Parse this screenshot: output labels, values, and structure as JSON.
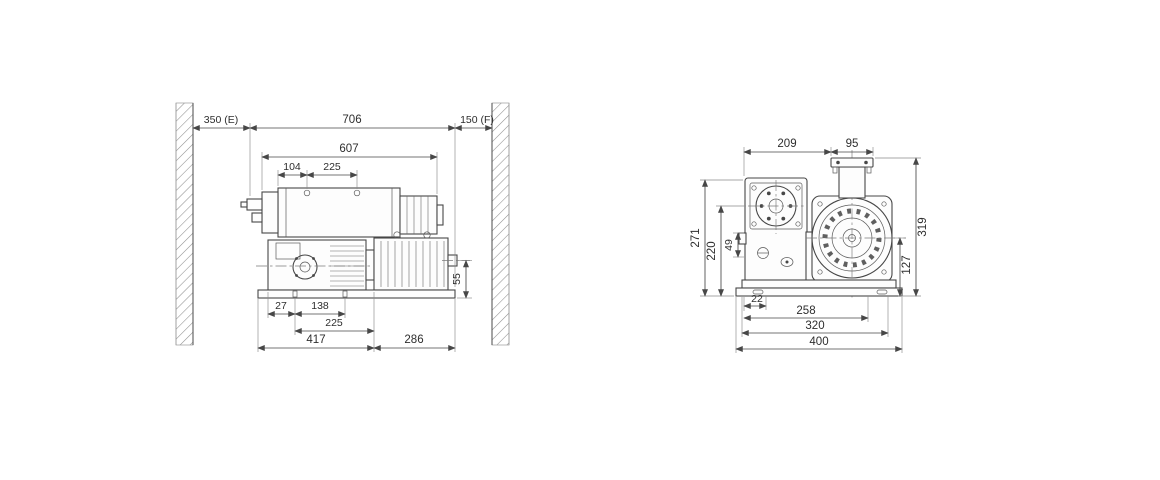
{
  "drawing": {
    "title": "pump-installation-dimension-drawing",
    "units": "mm",
    "side_view": {
      "e_clearance": "350 (E)",
      "overall_length": "706",
      "f_clearance": "150 (F)",
      "upper_length": "607",
      "port_offset": "104",
      "port_spacing": "225",
      "shaft_height": "55",
      "foot_offset": "27",
      "foot_spacing": "138",
      "foot_span": "225",
      "base_length": "417",
      "overhang_length": "286"
    },
    "front_view": {
      "width_left": "209",
      "width_port": "95",
      "height_gearbox": "271",
      "height_flange": "220",
      "height_offset": "49",
      "height_overall": "319",
      "height_axis": "127",
      "foot_offset": "22",
      "foot_spacing": "258",
      "base_width": "320",
      "overall_width": "400"
    }
  }
}
